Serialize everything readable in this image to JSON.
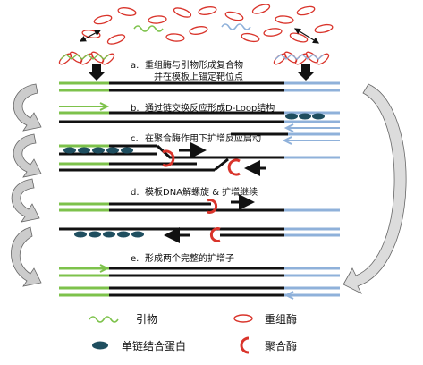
{
  "steps": [
    {
      "letter": "a.",
      "text": "重组酶与引物形成复合物"
    },
    {
      "letter": "",
      "text": "并在模板上锚定靶位点"
    },
    {
      "letter": "b.",
      "text": "通过链交换反应形成D-Loop结构"
    },
    {
      "letter": "c.",
      "text": "在聚合酶作用下扩增反应启动"
    },
    {
      "letter": "d.",
      "text": "模板DNA解螺旋 & 扩增继续"
    },
    {
      "letter": "e.",
      "text": "形成两个完整的扩增子"
    }
  ],
  "legend": {
    "primer": "引物",
    "recombinase": "重组酶",
    "ssb": "单链结合蛋白",
    "polymerase": "聚合酶"
  },
  "colors": {
    "primer_green": "#7dc24b",
    "primer_blue": "#8fb1da",
    "recombinase": "#d9342b",
    "ssb": "#1f4e5f",
    "polymerase": "#d9342b",
    "strand": "#111111",
    "cycle_arrow": "#c8c8c8"
  }
}
